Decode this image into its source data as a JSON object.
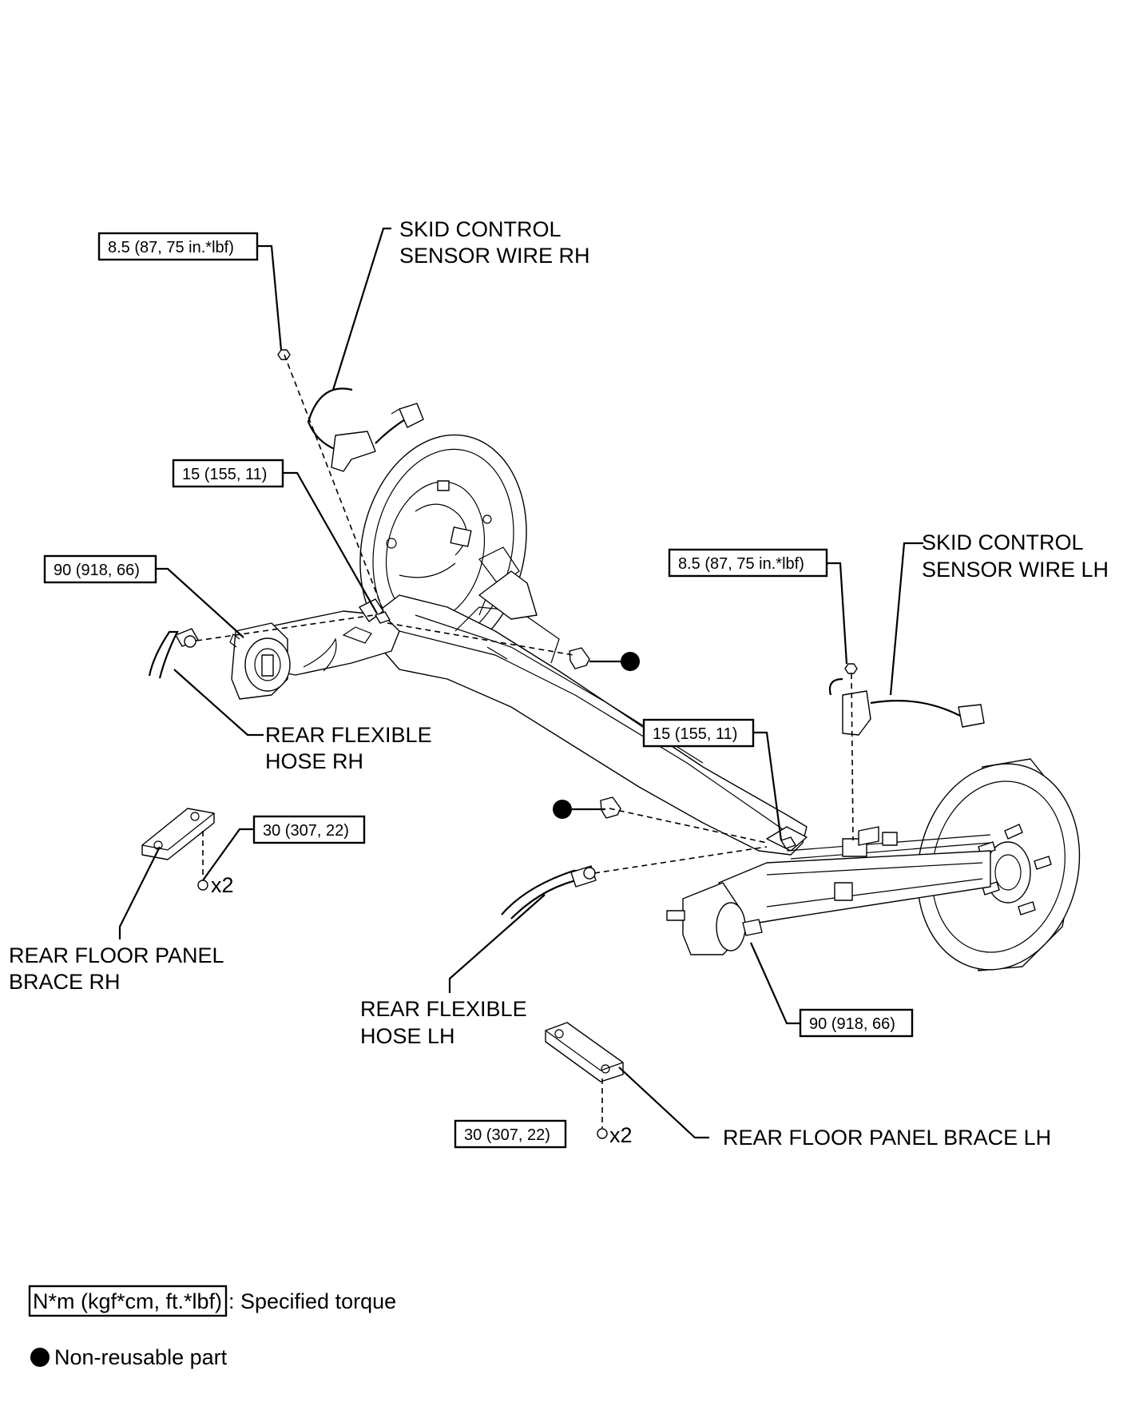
{
  "labels": {
    "skid_rh_1": "SKID CONTROL",
    "skid_rh_2": "SENSOR WIRE RH",
    "skid_lh_1": "SKID CONTROL",
    "skid_lh_2": "SENSOR WIRE LH",
    "hose_rh_1": "REAR FLEXIBLE",
    "hose_rh_2": "HOSE RH",
    "hose_lh_1": "REAR FLEXIBLE",
    "hose_lh_2": "HOSE LH",
    "brace_rh_1": "REAR FLOOR PANEL",
    "brace_rh_2": "BRACE RH",
    "brace_lh": "REAR FLOOR PANEL BRACE LH"
  },
  "torques": {
    "sensor_rh": "8.5 (87, 75 in.*lbf)",
    "sensor_lh": "8.5 (87, 75 in.*lbf)",
    "tube_rh": "15 (155, 11)",
    "tube_lh": "15 (155, 11)",
    "bolt_rh": "90 (918, 66)",
    "bolt_lh": "90 (918, 66)",
    "brace_rh": "30 (307, 22)",
    "brace_lh": "30 (307, 22)"
  },
  "quantities": {
    "brace_rh_bolts": "x2",
    "brace_lh_bolts": "x2"
  },
  "legend": {
    "torque_unit": "N*m (kgf*cm, ft.*lbf)",
    "torque_desc": ": Specified torque",
    "nonreusable_desc": "Non-reusable part"
  }
}
